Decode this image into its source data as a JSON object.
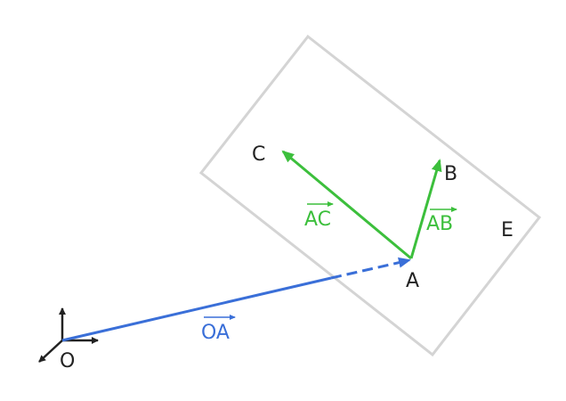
{
  "colors": {
    "plane": "#d4d4d4",
    "axes": "#222222",
    "vector_oa": "#3a6fd8",
    "vector_green": "#3cbf3c",
    "text": "#222222"
  },
  "labels": {
    "origin": "O",
    "point_a": "A",
    "point_b": "B",
    "point_c": "C",
    "plane": "E",
    "vec_oa": "OA",
    "vec_ab": "AB",
    "vec_ac": "AC"
  }
}
